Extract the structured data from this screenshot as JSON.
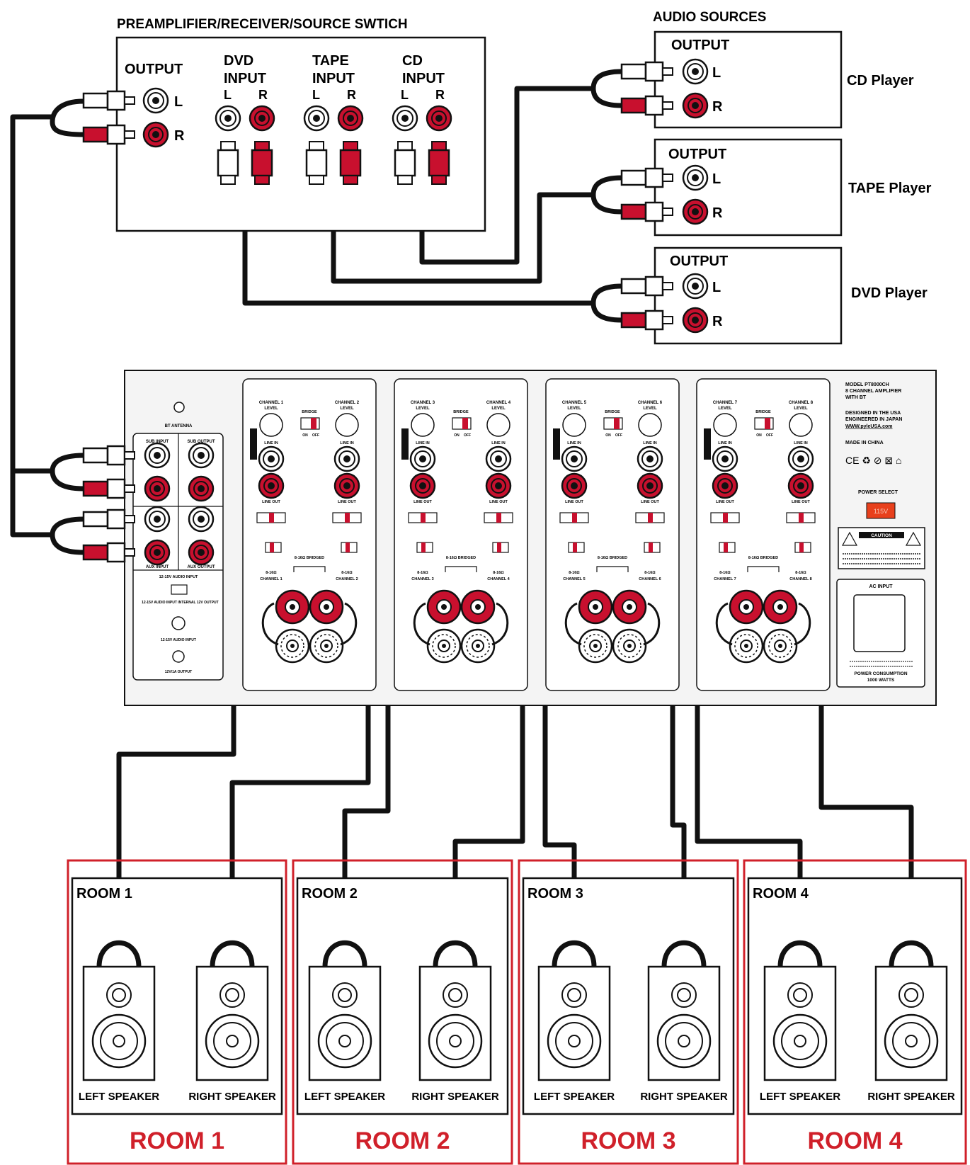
{
  "colors": {
    "line": "#111111",
    "jack_red": "#c8102e",
    "room_red": "#d0202a",
    "panel": "#f3f3f3"
  },
  "preamp": {
    "title": "PREAMPLIFIER/RECEIVER/SOURCE SWTICH",
    "output_label": "OUTPUT",
    "inputs": [
      {
        "line1": "DVD",
        "line2": "INPUT"
      },
      {
        "line1": "TAPE",
        "line2": "INPUT"
      },
      {
        "line1": "CD",
        "line2": "INPUT"
      }
    ],
    "left": "L",
    "right": "R"
  },
  "sources": {
    "title": "AUDIO SOURCES",
    "output_label": "OUTPUT",
    "left": "L",
    "right": "R",
    "devices": [
      "CD Player",
      "TAPE Player",
      "DVD Player"
    ]
  },
  "amplifier": {
    "bt_antenna": "BT ANTENNA",
    "sub_input": "SUB INPUT",
    "sub_output": "SUB OUTPUT",
    "aux_input": "AUX INPUT",
    "aux_output": "AUX OUTPUT",
    "dc_title": "12-15V AUDIO INPUT",
    "dc_input": "12-15V AUDIO INPUT",
    "dc_internal": "INTERNAL 12V OUTPUT",
    "dc_12v_in": "12-15V AUDIO INPUT",
    "dc_out": "12V/1A OUTPUT",
    "line_in": "LINE IN",
    "line_out": "LINE OUT",
    "bridge": "BRIDGE",
    "on": "ON",
    "off": "OFF",
    "bridged": "8-16Ω BRIDGED",
    "ohms": "8-16Ω",
    "channels": [
      "CHANNEL 1",
      "CHANNEL 2",
      "CHANNEL 3",
      "CHANNEL 4",
      "CHANNEL 5",
      "CHANNEL 6",
      "CHANNEL 7",
      "CHANNEL 8"
    ],
    "level": "LEVEL",
    "model": "MODEL PT8000CH",
    "model_sub1": "8 CHANNEL AMPLIFIER",
    "model_sub2": "WITH BT",
    "designed1": "DESIGNED IN THE USA",
    "designed2": "ENGINEERED IN JAPAN",
    "website": "WWW.pylеUSA.com",
    "made_in": "MADE IN CHINA",
    "certs": "CE ♻ ⊘ ⊠ ⌂",
    "power_select": "POWER SELECT",
    "voltage": "115V",
    "caution": "CAUTION",
    "ac_input": "AC INPUT",
    "power_consumption": "POWER CONSUMPTION",
    "watts": "1000 WATTS"
  },
  "rooms": [
    {
      "box_label": "ROOM 1",
      "footer": "ROOM 1",
      "left": "LEFT SPEAKER",
      "right": "RIGHT SPEAKER"
    },
    {
      "box_label": "ROOM 2",
      "footer": "ROOM 2",
      "left": "LEFT SPEAKER",
      "right": "RIGHT SPEAKER"
    },
    {
      "box_label": "ROOM 3",
      "footer": "ROOM 3",
      "left": "LEFT SPEAKER",
      "right": "RIGHT SPEAKER"
    },
    {
      "box_label": "ROOM 4",
      "footer": "ROOM 4",
      "left": "LEFT SPEAKER",
      "right": "RIGHT SPEAKER"
    }
  ]
}
